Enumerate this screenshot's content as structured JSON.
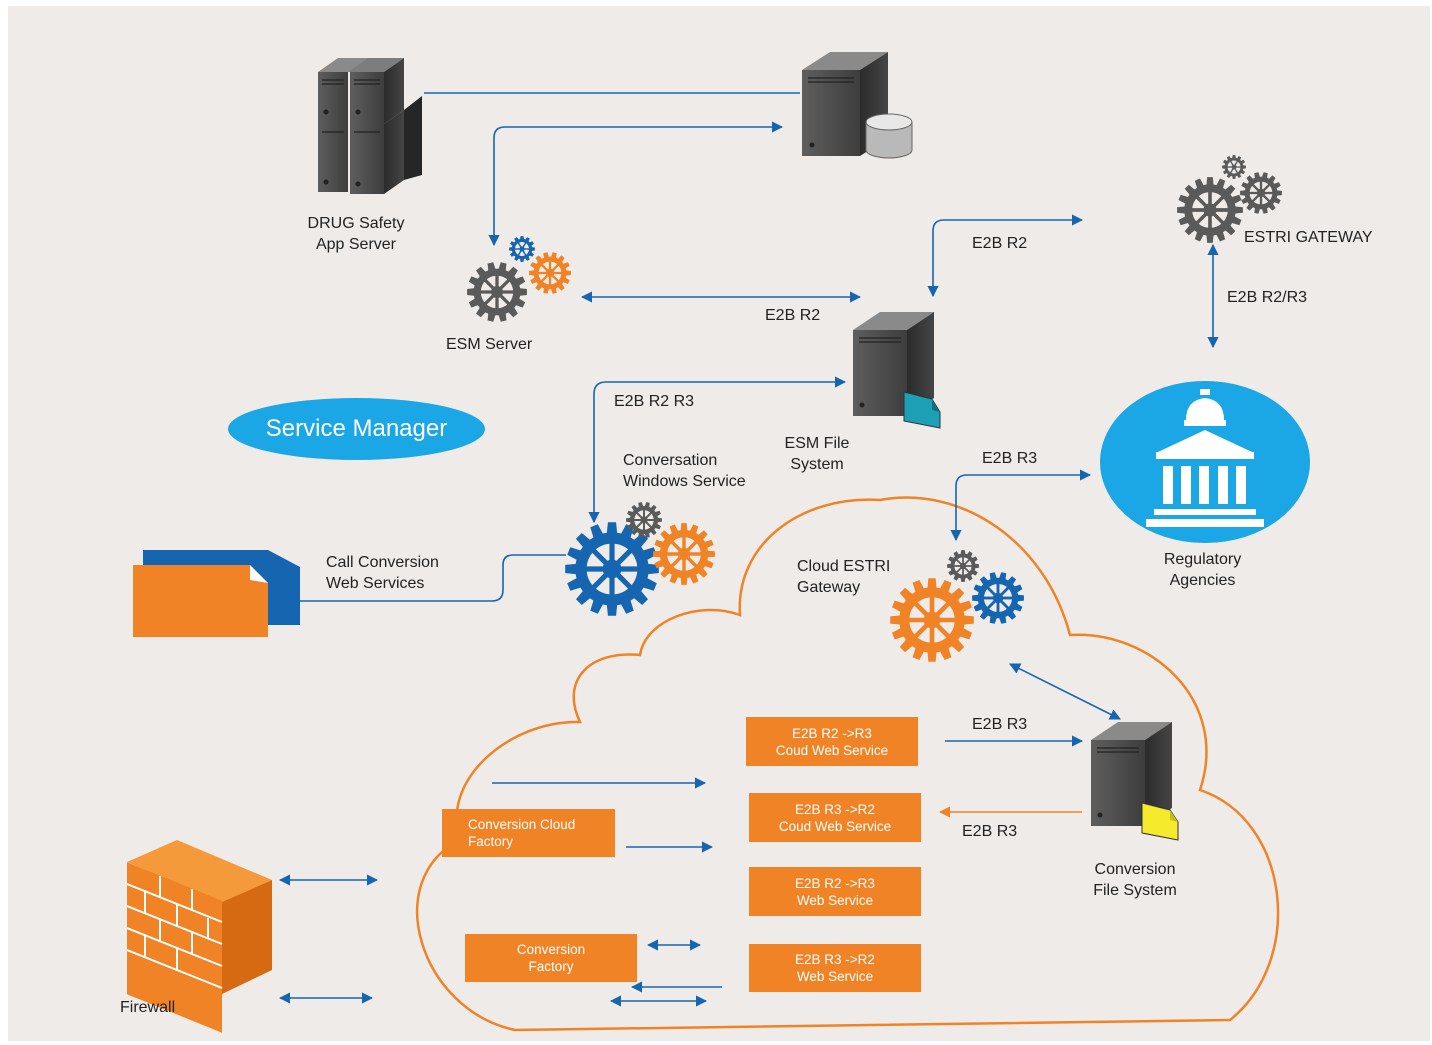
{
  "labels": {
    "drug_safety": "DRUG Safety\nApp Server",
    "esm_server": "ESM Server",
    "estri_gateway": "ESTRI GATEWAY",
    "esm_file_system": "ESM File\nSystem",
    "conversation_windows_service": "Conversation\nWindows Service",
    "call_conversion": "Call Conversion\nWeb Services",
    "cloud_estri_gateway": "Cloud ESTRI\nGateway",
    "regulatory_agencies": "Regulatory\nAgencies",
    "conversion_file_system": "Conversion\nFile System",
    "firewall": "Firewall"
  },
  "service_manager": "Service Manager",
  "flows": {
    "top_e2b_r2": "E2B R2",
    "esm_e2b_r2": "E2B R2",
    "gateway_e2b_r2_r3": "E2B R2/R3",
    "conv_e2b_r2_r3": "E2B R2 R3",
    "reg_e2b_r3": "E2B R3",
    "cloud_e2b_r3_in": "E2B R3",
    "cloud_e2b_r3_out": "E2B R3"
  },
  "boxes": {
    "r2_r3_cloud": "E2B R2 ->R3\nCoud Web Service",
    "r3_r2_cloud": "E2B R3 ->R2\nCoud Web Service",
    "conversion_cloud_factory": "Conversion Cloud\nFactory",
    "r2_r3_web": "E2B R2 ->R3\nWeb Service",
    "conversion_factory": "Conversion\nFactory",
    "r3_r2_web": "E2B R3 ->R2\nWeb Service"
  },
  "colors": {
    "blue": "#1565b0",
    "orange": "#f08326",
    "gray": "#5a5a5a",
    "agency_blue": "#1ba7e6",
    "background": "#efebe8",
    "file_yellow": "#f5ea2b",
    "file_teal": "#1ba0b5"
  },
  "icons": [
    "server-tower-icon",
    "database-server-icon",
    "gear-cluster-icon",
    "file-server-icon",
    "courthouse-icon",
    "folder-icon",
    "brick-wall-icon",
    "cloud-outline"
  ]
}
